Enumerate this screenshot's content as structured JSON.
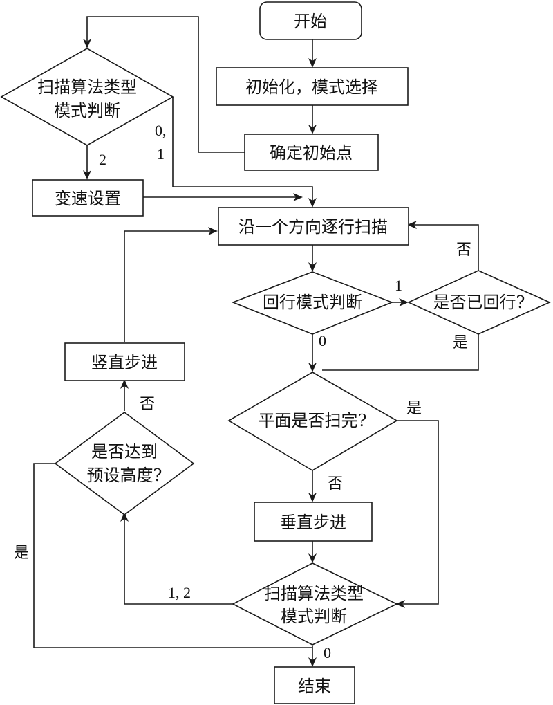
{
  "nodes": {
    "start": "开始",
    "init": "初始化，模式选择",
    "init_point": "确定初始点",
    "algo_type_top_1": "扫描算法类型",
    "algo_type_top_2": "模式判断",
    "variable_speed": "变速设置",
    "scan_row": "沿一个方向逐行扫描",
    "return_mode": "回行模式判断",
    "returned": "是否已回行?",
    "plane_done": "平面是否扫完?",
    "vertical_step_right": "垂直步进",
    "algo_type_bottom_1": "扫描算法类型",
    "algo_type_bottom_2": "模式判断",
    "height_1": "是否达到",
    "height_2": "预设高度?",
    "vertical_step_left": "竖直步进",
    "end": "结束"
  },
  "edge_labels": {
    "top_2": "2",
    "top_01_a": "0,",
    "top_01_b": "1",
    "return_1": "1",
    "return_0": "0",
    "returned_no": "否",
    "returned_yes": "是",
    "plane_yes": "是",
    "plane_no": "否",
    "bottom_12": "1, 2",
    "bottom_0": "0",
    "height_no": "否",
    "height_yes": "是"
  }
}
